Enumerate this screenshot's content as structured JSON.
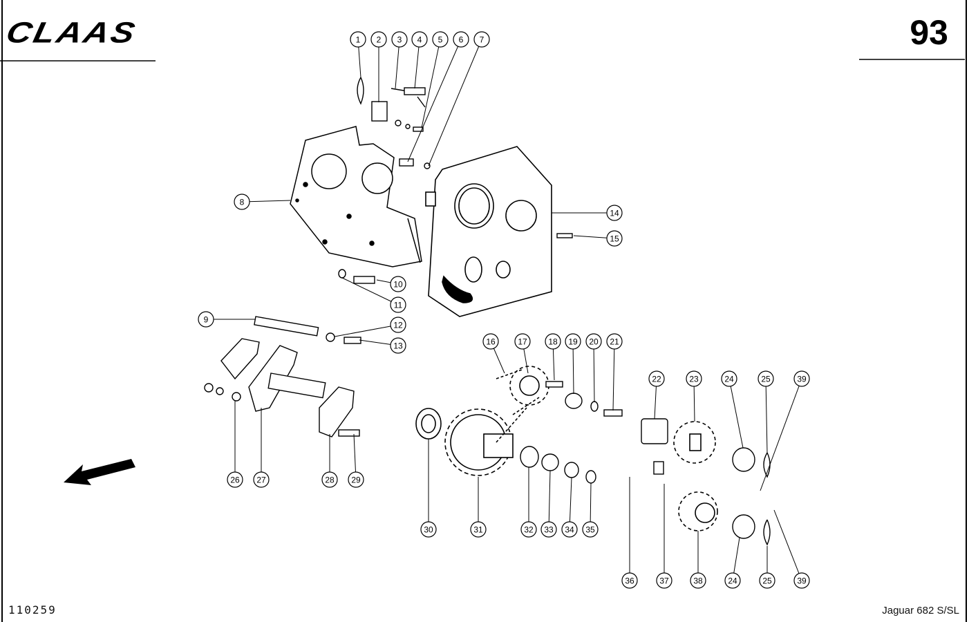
{
  "header": {
    "brand": "CLAAS",
    "page_number": "93"
  },
  "footer": {
    "reference": "110259",
    "model": "Jaguar 682 S/SL"
  },
  "callouts": [
    "1",
    "2",
    "3",
    "4",
    "5",
    "6",
    "7",
    "8",
    "9",
    "10",
    "11",
    "12",
    "13",
    "14",
    "15",
    "16",
    "17",
    "18",
    "19",
    "20",
    "21",
    "22",
    "23",
    "24",
    "25",
    "26",
    "27",
    "28",
    "29",
    "30",
    "31",
    "32",
    "33",
    "34",
    "35",
    "36",
    "37",
    "38",
    "24",
    "25",
    "39",
    "39"
  ]
}
